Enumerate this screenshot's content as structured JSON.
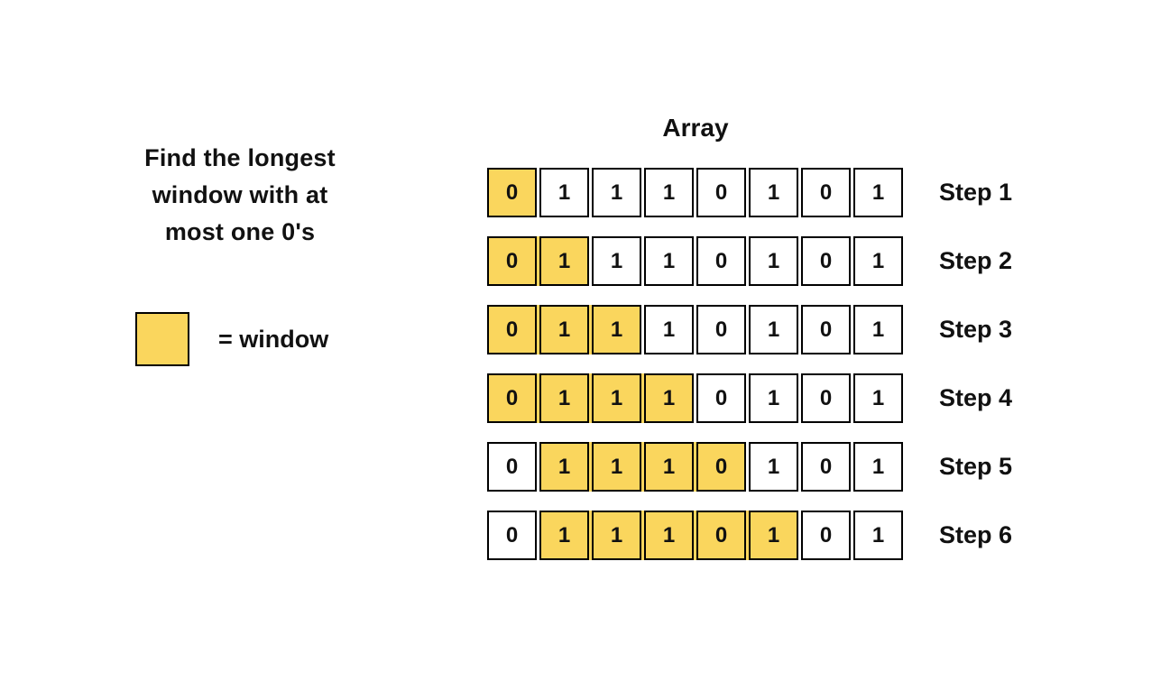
{
  "colors": {
    "background": "#ffffff",
    "highlight": "#FAD65D",
    "border": "#000000",
    "text": "#111111"
  },
  "left_panel": {
    "heading_lines": [
      "Find the longest",
      "window with at",
      "most one 0's"
    ],
    "legend_label": "= window"
  },
  "array_section": {
    "title": "Array",
    "values": [
      0,
      1,
      1,
      1,
      0,
      1,
      0,
      1
    ],
    "steps": [
      {
        "label": "Step 1",
        "window": [
          0,
          0
        ]
      },
      {
        "label": "Step 2",
        "window": [
          0,
          1
        ]
      },
      {
        "label": "Step 3",
        "window": [
          0,
          2
        ]
      },
      {
        "label": "Step 4",
        "window": [
          0,
          3
        ]
      },
      {
        "label": "Step 5",
        "window": [
          1,
          4
        ]
      },
      {
        "label": "Step 6",
        "window": [
          1,
          5
        ]
      }
    ]
  }
}
